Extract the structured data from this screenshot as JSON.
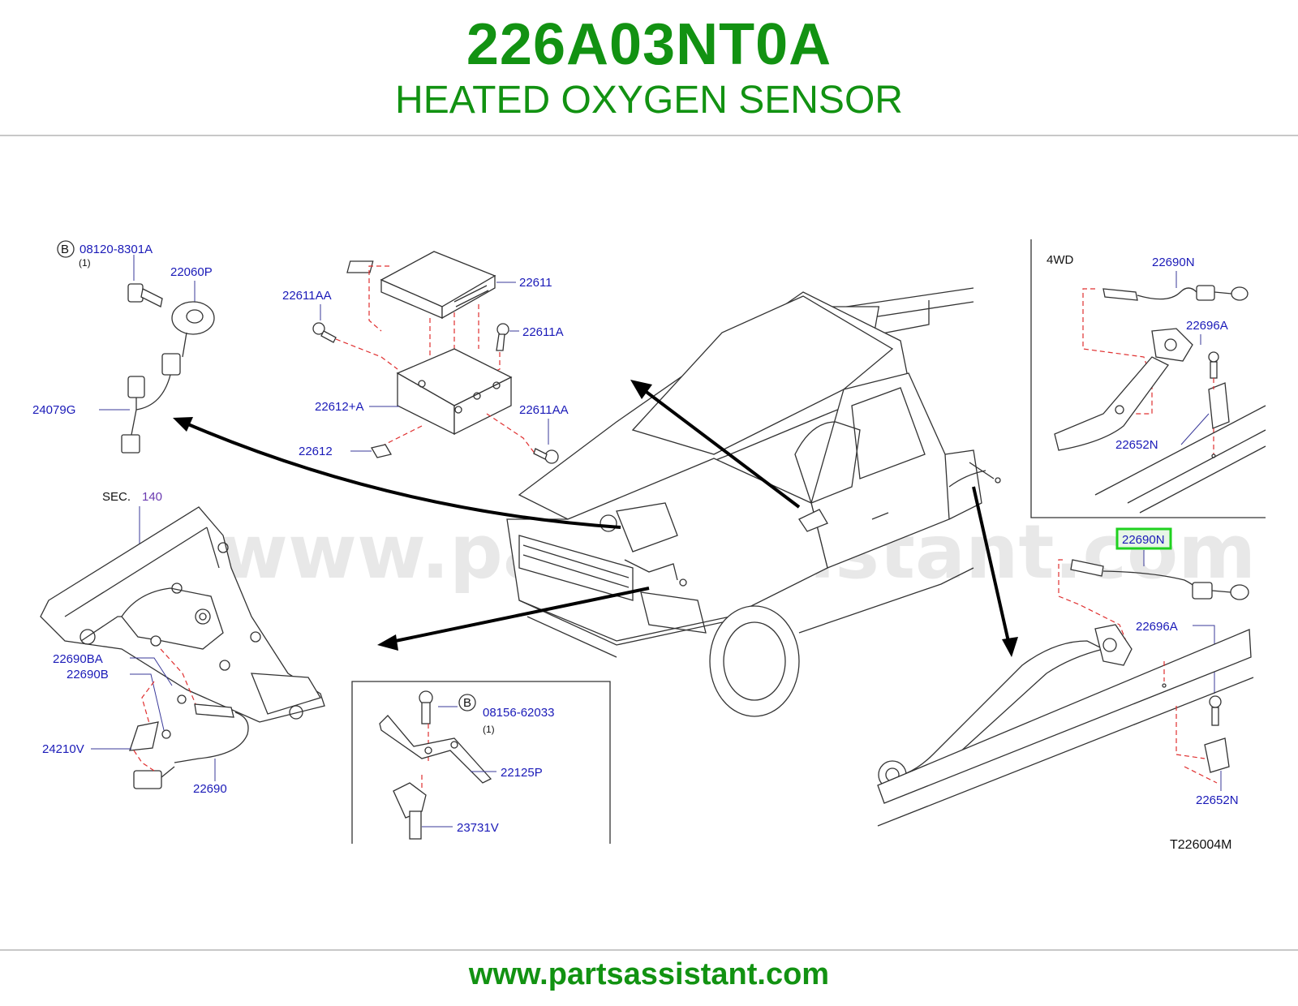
{
  "header": {
    "part_number": "226A03NT0A",
    "part_name": "HEATED OXYGEN SENSOR"
  },
  "footer": {
    "url": "www.partsassistant.com"
  },
  "watermark": "www.partsassistant.com",
  "colors": {
    "brand_green": "#129212",
    "label_blue": "#1a1ab8",
    "dash_red": "#e03030",
    "highlight": "#1fd11f"
  },
  "diagram_code": "T226004M",
  "labels": {
    "bolt_b_top": "08120-8301A",
    "bolt_b_top_qty": "(1)",
    "knock_sensor": "22060P",
    "harness_24079g": "24079G",
    "ecm": "22611",
    "screw_22611aa_top": "22611AA",
    "screw_22611a": "22611A",
    "bracket_plus": "22612+A",
    "screw_22611aa_bottom": "22611AA",
    "clip_22612": "22612",
    "sec_prefix": "SEC.",
    "sec_number": "140",
    "sensor_22690ba": "22690BA",
    "sensor_22690b": "22690B",
    "bracket_24210v": "24210V",
    "sensor_22690": "22690",
    "bolt_b_mid": "08156-62033",
    "bolt_b_mid_qty": "(1)",
    "bracket_22125p": "22125P",
    "cam_sensor_23731v": "23731V",
    "inset_4wd": "4WD",
    "sensor_22690n_4wd": "22690N",
    "bolt_22696a_4wd": "22696A",
    "bracket_22652n_4wd": "22652N",
    "sensor_22690n_main": "22690N",
    "bolt_22696a_main": "22696A",
    "bracket_22652n_main": "22652N",
    "callout_b": "B"
  }
}
